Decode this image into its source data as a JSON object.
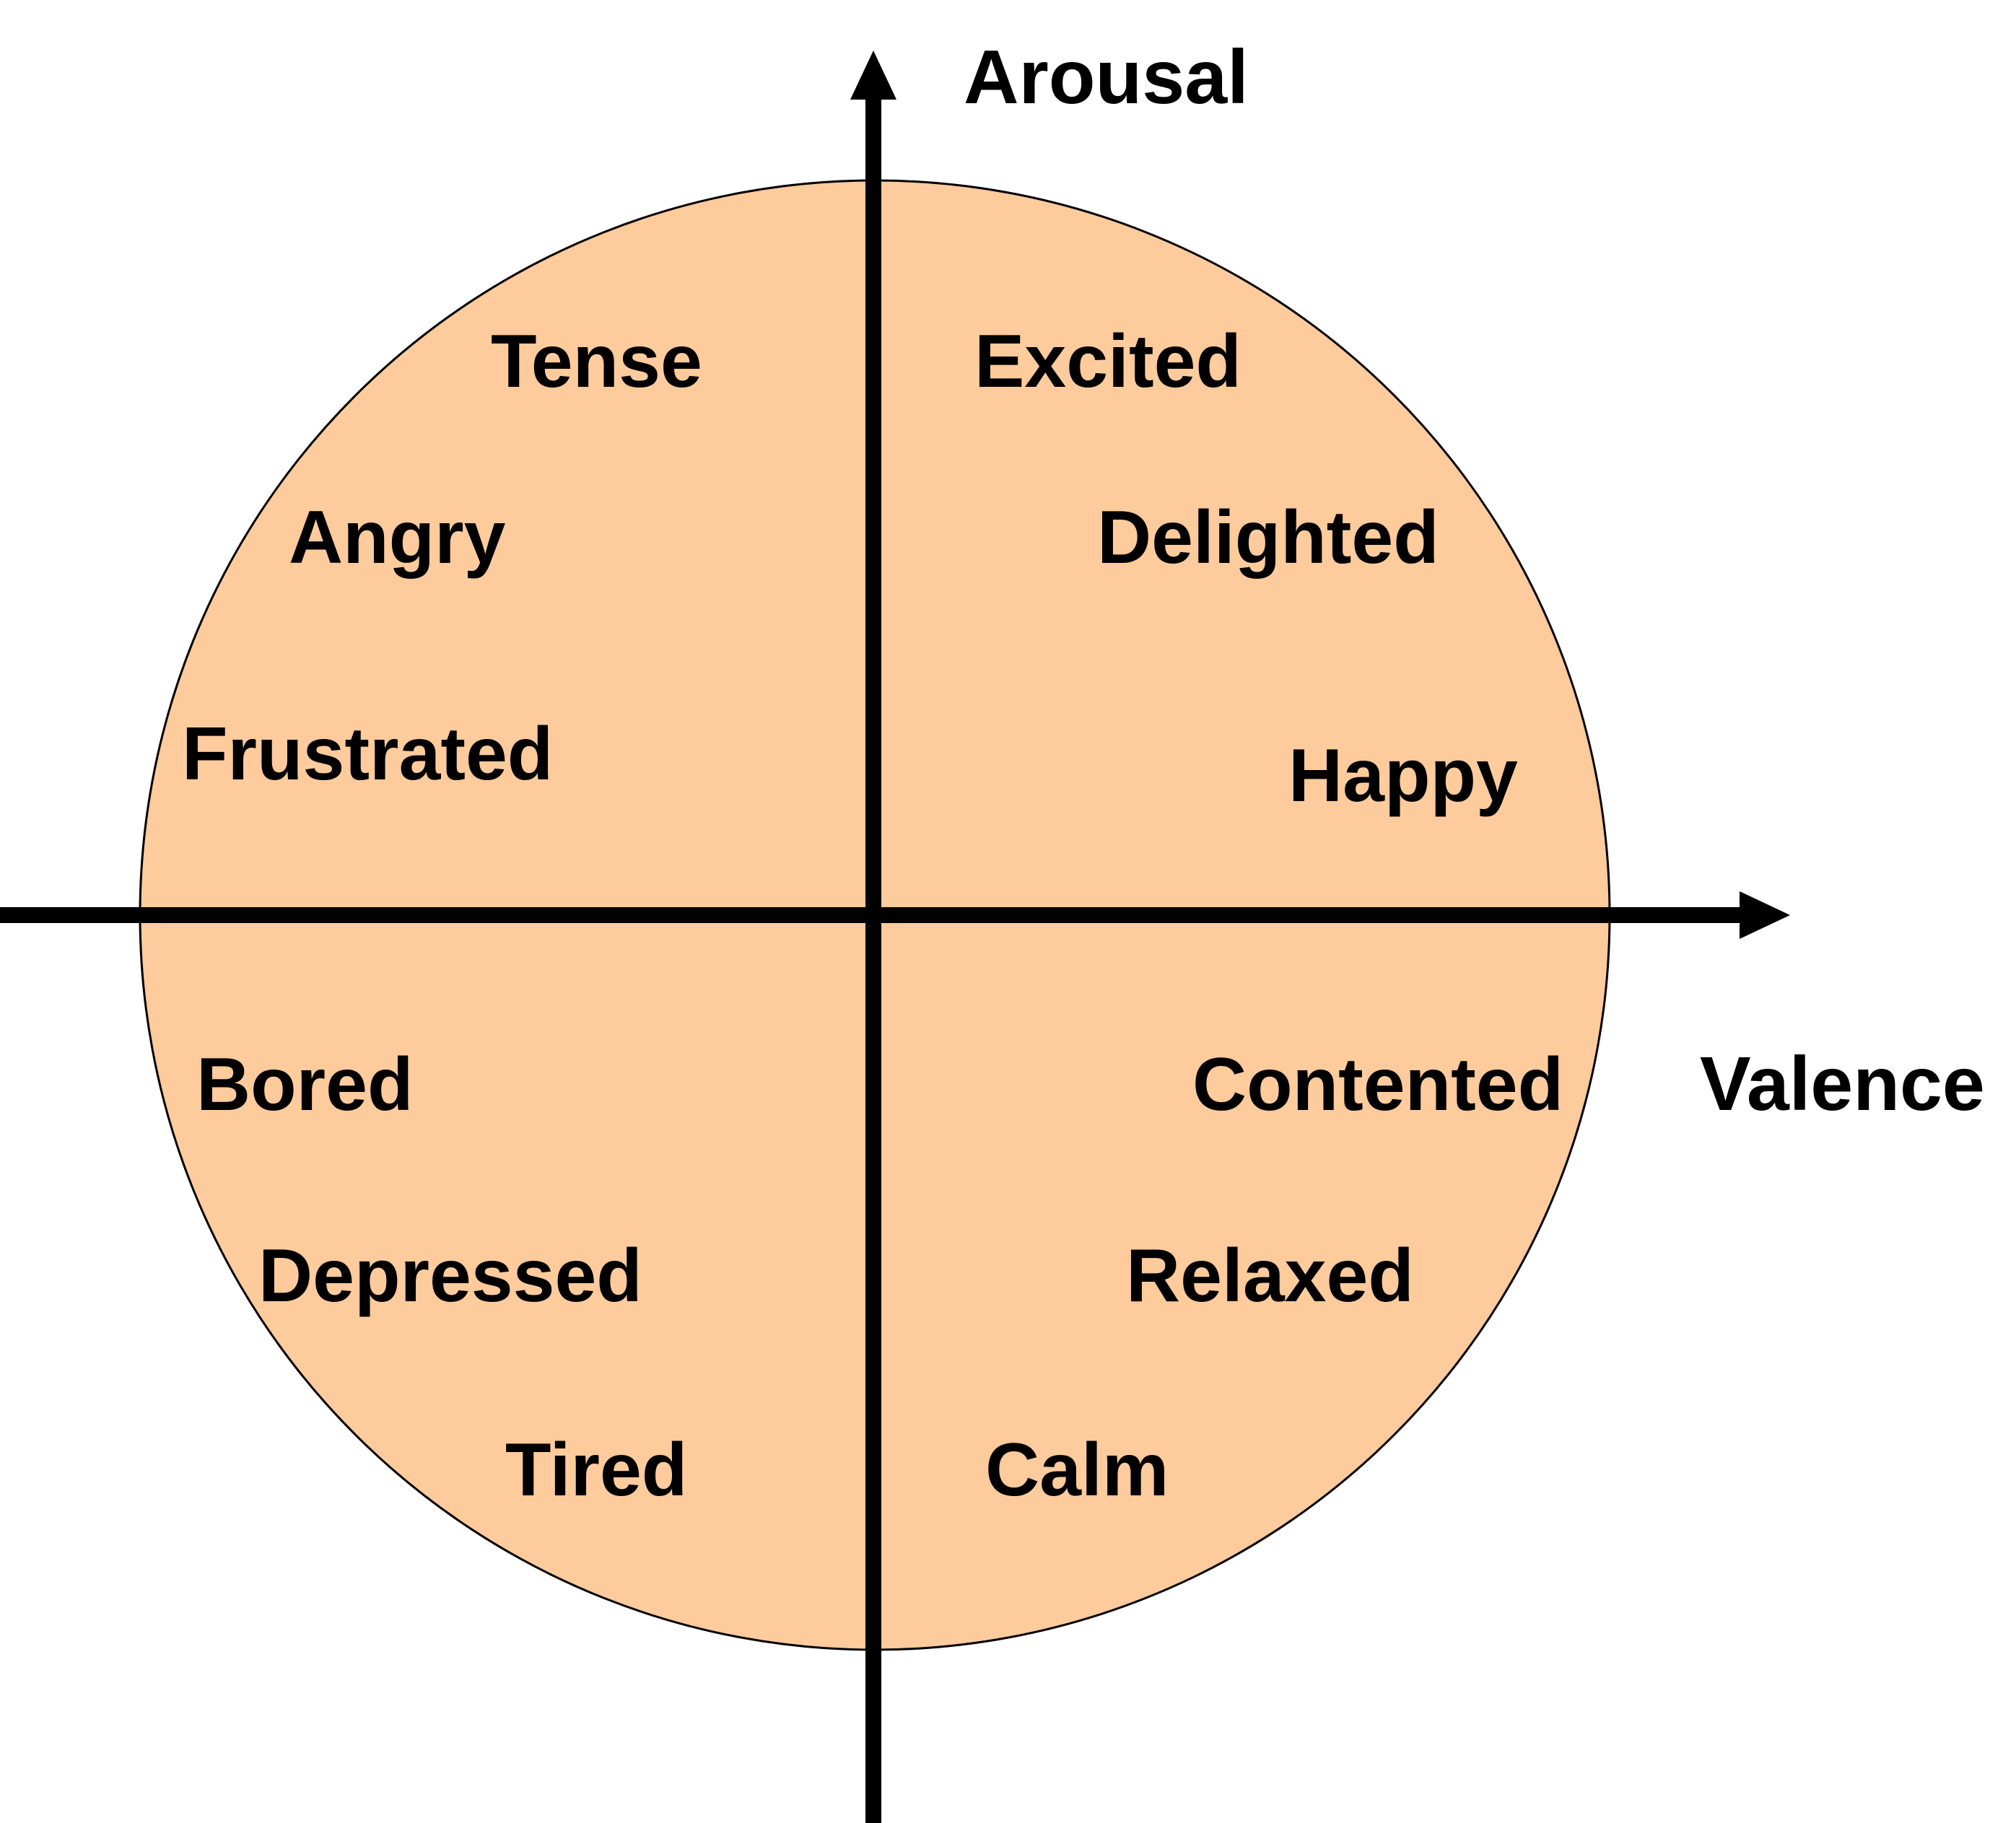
{
  "colors": {
    "circle_fill": "#FDCB9C",
    "circle_stroke": "#000000",
    "axis": "#000000",
    "text": "#000000",
    "background": "#FFFFFF"
  },
  "axes": {
    "vertical_label": "Arousal",
    "horizontal_label": "Valence"
  },
  "quadrants": {
    "high_arousal_negative_valence": [
      "Tense",
      "Angry",
      "Frustrated"
    ],
    "high_arousal_positive_valence": [
      "Excited",
      "Delighted",
      "Happy"
    ],
    "low_arousal_negative_valence": [
      "Bored",
      "Depressed",
      "Tired"
    ],
    "low_arousal_positive_valence": [
      "Contented",
      "Relaxed",
      "Calm"
    ]
  }
}
